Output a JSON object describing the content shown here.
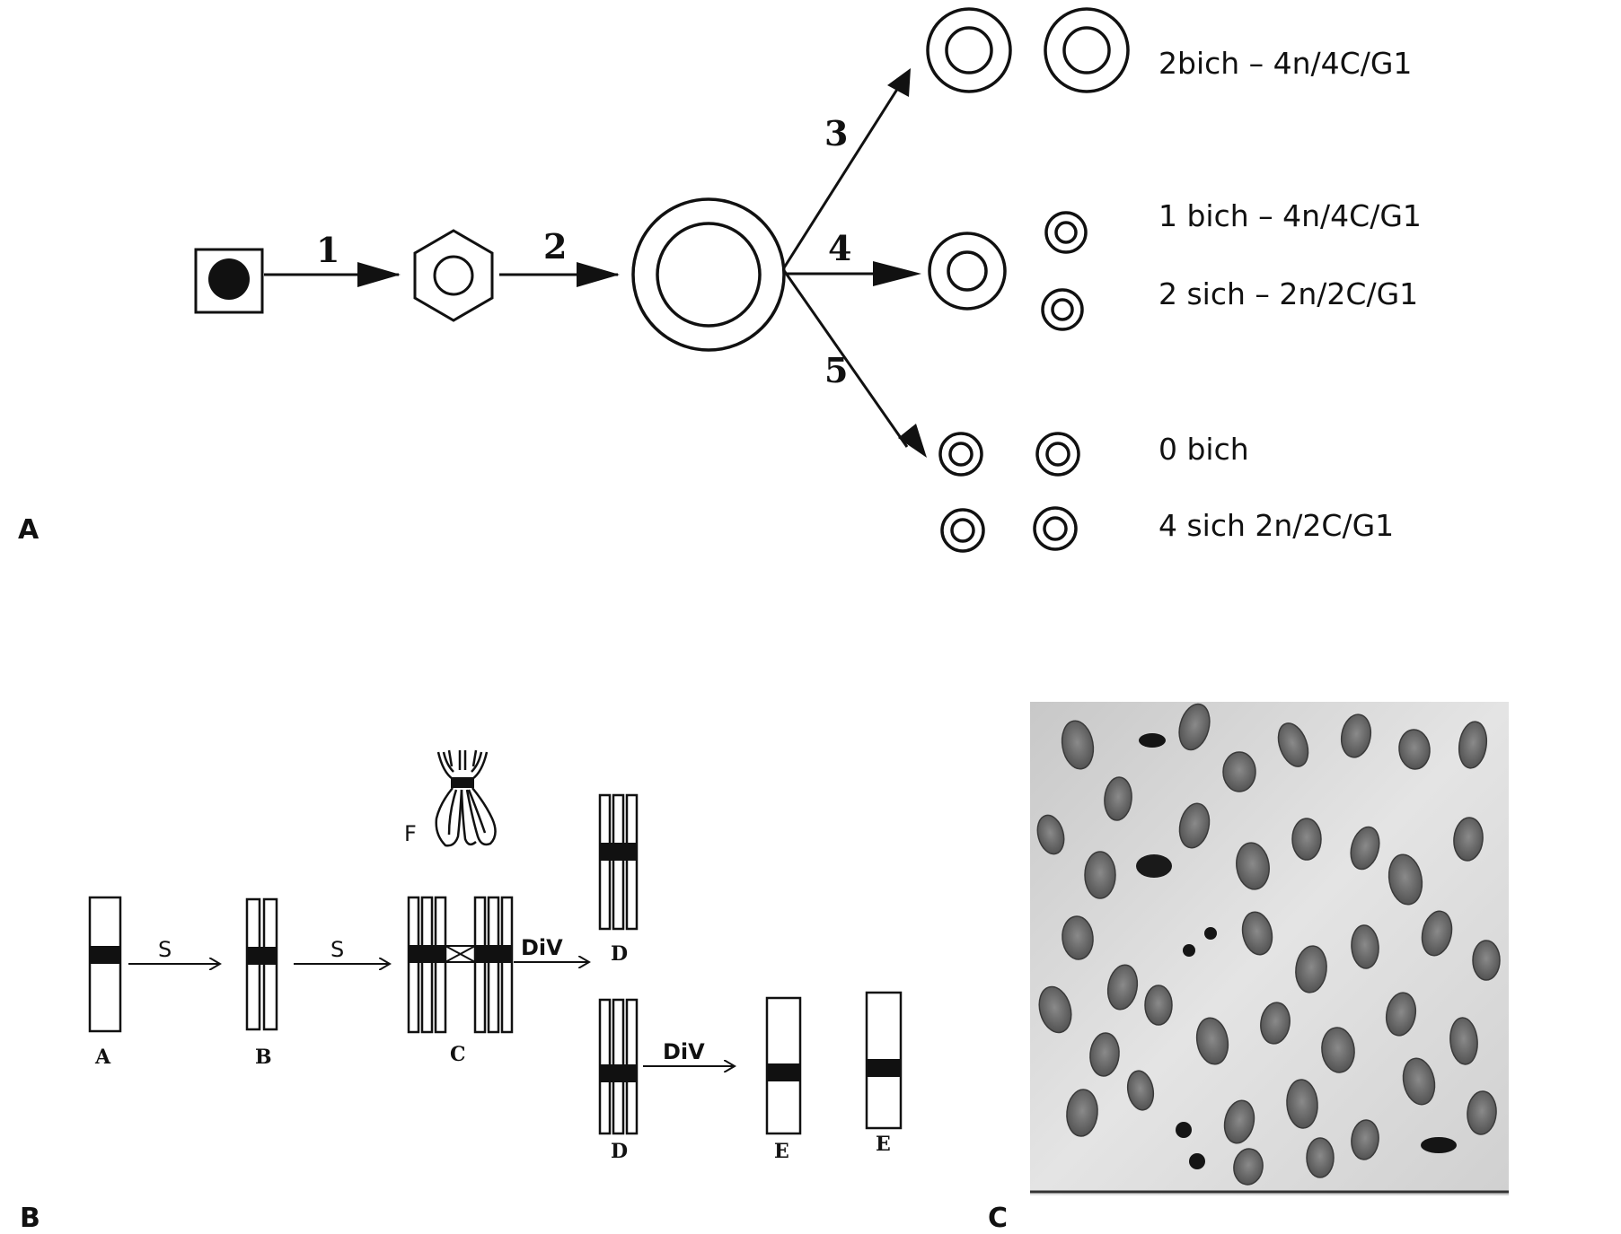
{
  "panels": {
    "a": {
      "letter": "A",
      "steps": [
        "1",
        "2",
        "3",
        "4",
        "5"
      ],
      "outcomes": [
        "2bich – 4n/4C/G1",
        "1 bich – 4n/4C/G1",
        "2 sich – 2n/2C/G1",
        "0 bich",
        "4 sich 2n/2C/G1"
      ]
    },
    "b": {
      "letter": "B",
      "chromosome_labels": [
        "A",
        "B",
        "C",
        "D",
        "D",
        "E",
        "E"
      ],
      "arrow_labels": [
        "S",
        "S",
        "DiV",
        "DiV"
      ],
      "f_label": "F"
    },
    "c": {
      "letter": "C"
    }
  },
  "colors": {
    "ink": "#111111",
    "micrograph_bg": "#d6d6d6",
    "nucleus": "#6a6a6a"
  }
}
